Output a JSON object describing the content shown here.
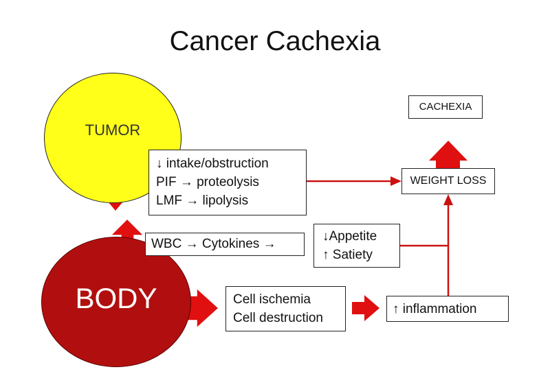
{
  "title": "Cancer Cachexia",
  "colors": {
    "tumor": "#ffff1a",
    "body": "#b10f0f",
    "arrow": "#e01010",
    "connector": "#cc1111"
  },
  "nodes": {
    "tumor": "TUMOR",
    "body": "BODY",
    "cachexia": "CACHEXIA",
    "weight_loss": "WEIGHT LOSS",
    "tumor_effects": [
      "↓ intake/obstruction",
      "PIF → proteolysis",
      "LMF → lipolysis"
    ],
    "immune": "WBC → Cytokines  →",
    "appetite": [
      "↓Appetite",
      "↑ Satiety"
    ],
    "cell_damage": [
      "Cell ischemia",
      "Cell destruction"
    ],
    "inflammation": "↑ inflammation"
  }
}
